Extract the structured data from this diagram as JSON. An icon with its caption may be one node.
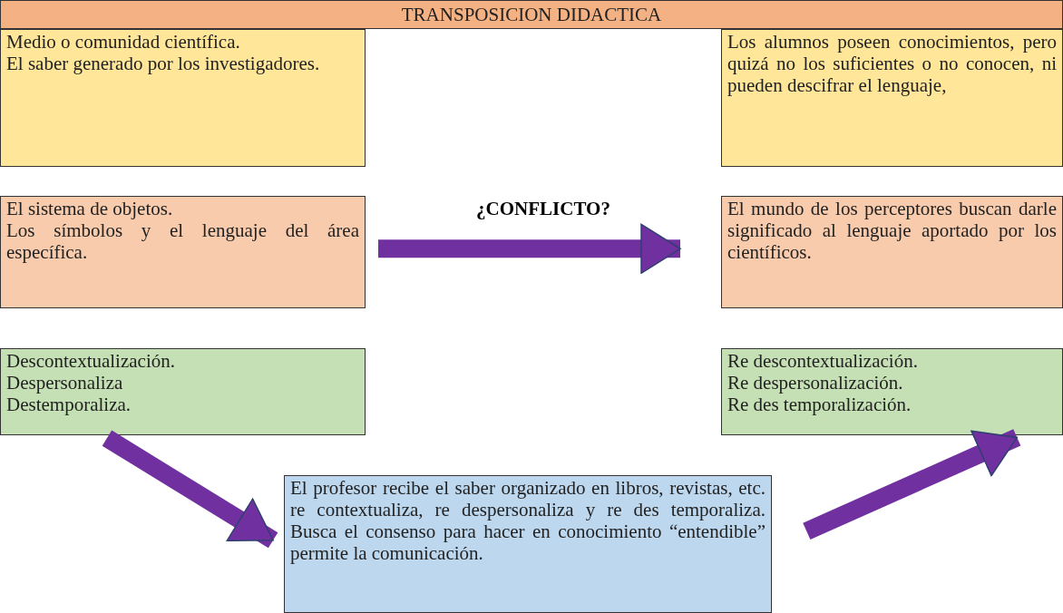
{
  "diagram": {
    "title": "TRANSPOSICION DIDACTICA",
    "nodes": [
      {
        "text": [
          "Medio o comunidad científica.",
          "El saber generado por los investigadores."
        ]
      },
      {
        "text": [
          "Los alumnos poseen conocimientos, pero quizá no los suficientes o no conocen, ni pueden descifrar el lenguaje,"
        ]
      },
      {
        "text": [
          "El sistema de objetos.",
          "Los símbolos y el lenguaje del área específica."
        ]
      },
      {
        "text": [
          "El mundo de los perceptores buscan darle significado al lenguaje aportado por los científicos."
        ]
      },
      {
        "text": [
          "Descontextualización.",
          "Despersonaliza",
          "Destemporaliza."
        ]
      },
      {
        "text": [
          "Re descontextualización.",
          "Re despersonalización.",
          "Re des temporalización."
        ]
      },
      {
        "text": [
          "El profesor recibe el saber organizado en libros, revistas, etc. re contextualiza, re despersonaliza y re des temporaliza. Busca el consenso para hacer en conocimiento “entendible” permite la comunicación."
        ]
      }
    ],
    "edges": [
      {
        "from": 2,
        "to": 3,
        "arrow": "to",
        "label": "¿CONFLICTO?"
      },
      {
        "from": 4,
        "to": 6,
        "arrow": "to"
      },
      {
        "from": 6,
        "to": 5,
        "arrow": "to"
      }
    ]
  }
}
